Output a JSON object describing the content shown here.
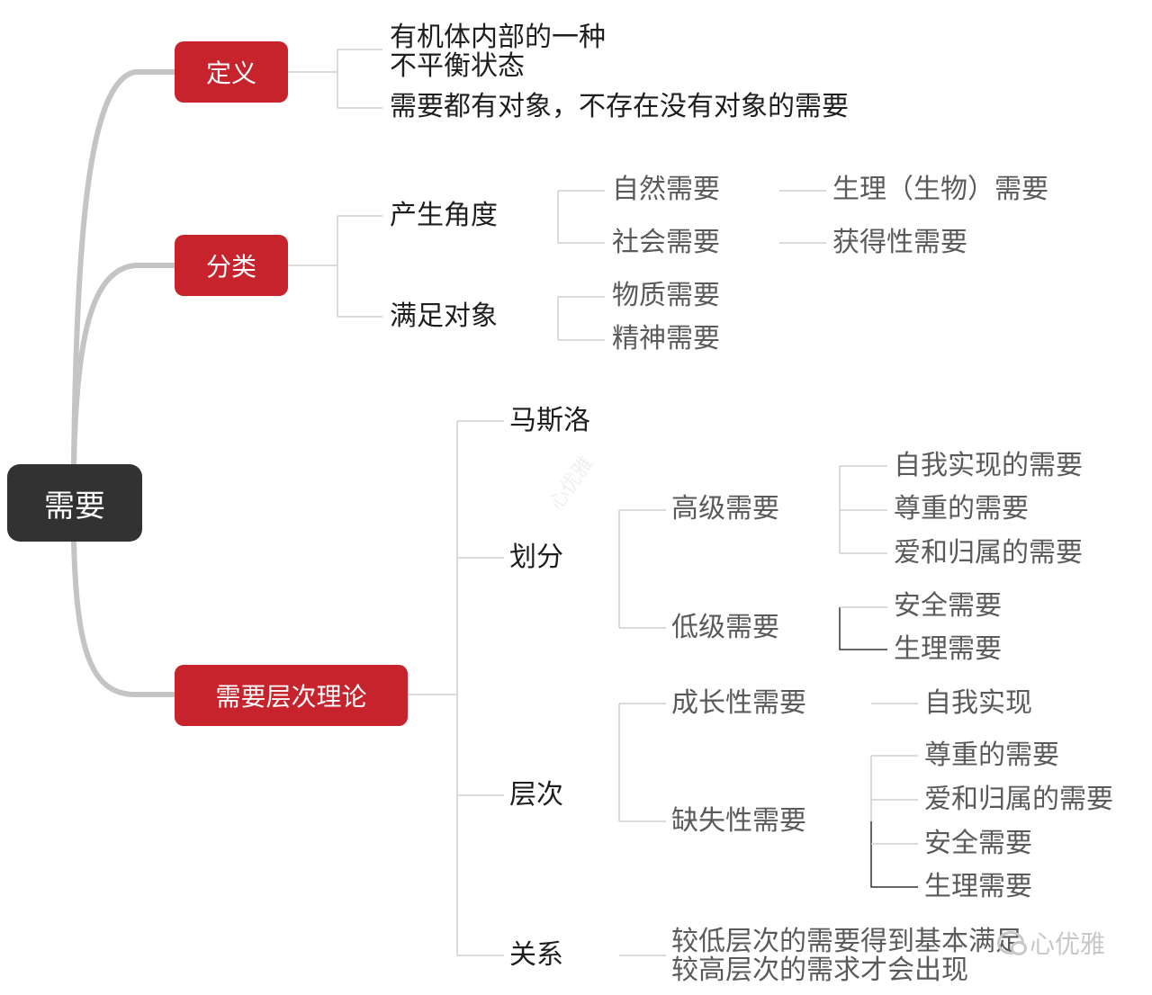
{
  "root": {
    "label": "需要"
  },
  "definition": {
    "label": "定义",
    "items": [
      "有机体内部的一种\n不平衡状态",
      "需要都有对象，不存在没有对象的需要"
    ]
  },
  "classification": {
    "label": "分类",
    "origin": {
      "label": "产生角度",
      "natural": "自然需要",
      "natural_note": "生理（生物）需要",
      "social": "社会需要",
      "social_note": "获得性需要"
    },
    "object": {
      "label": "满足对象",
      "material": "物质需要",
      "spiritual": "精神需要"
    }
  },
  "hierarchy": {
    "label": "需要层次理论",
    "author": "马斯洛",
    "division": {
      "label": "划分",
      "high": {
        "label": "高级需要",
        "items": [
          "自我实现的需要",
          "尊重的需要",
          "爱和归属的需要"
        ]
      },
      "low": {
        "label": "低级需要",
        "items": [
          "安全需要",
          "生理需要"
        ]
      }
    },
    "levels": {
      "label": "层次",
      "growth": {
        "label": "成长性需要",
        "item": "自我实现"
      },
      "deficiency": {
        "label": "缺失性需要",
        "items": [
          "尊重的需要",
          "爱和归属的需要",
          "安全需要",
          "生理需要"
        ]
      }
    },
    "relation": {
      "label": "关系",
      "text": "较低层次的需要得到基本满足\n较高层次的需求才会出现"
    }
  },
  "watermark": {
    "text": "心优雅"
  }
}
